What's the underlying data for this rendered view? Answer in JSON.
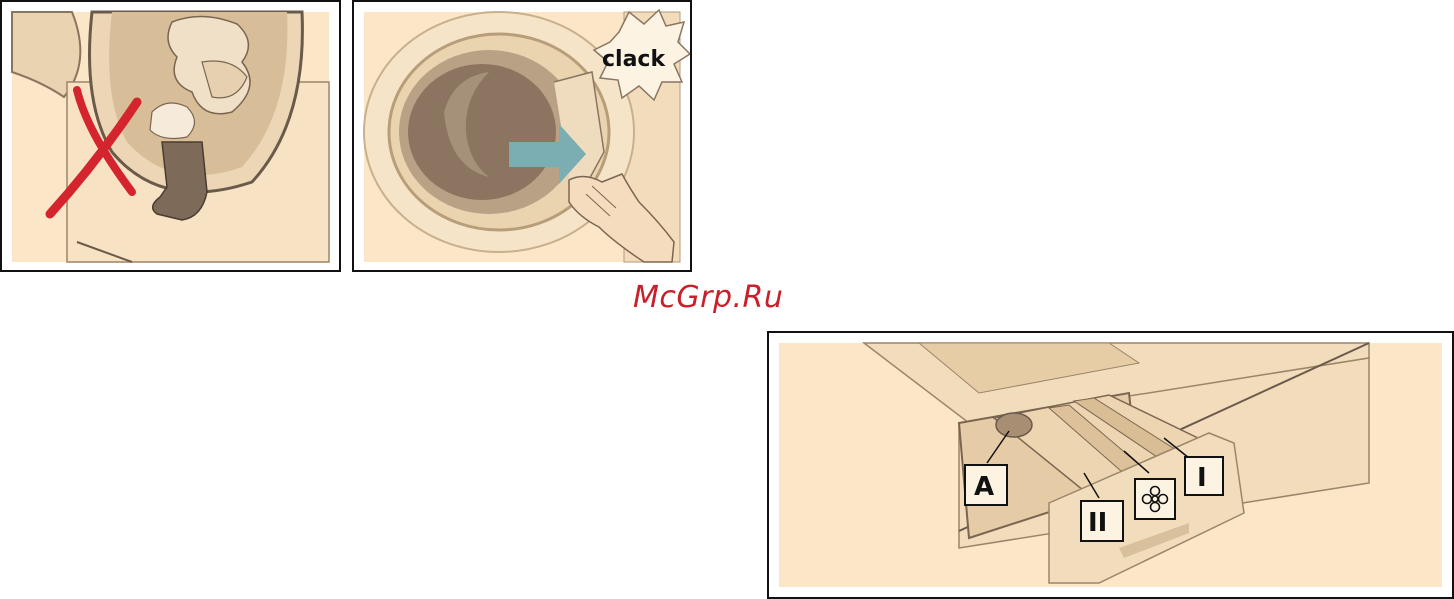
{
  "watermark": "McGrp.Ru",
  "panel2": {
    "sound_text": "clack"
  },
  "panel3": {
    "labels": {
      "a": "A",
      "one": "I",
      "two": "II",
      "softener_icon": "flower-icon"
    }
  },
  "colors": {
    "cream": "#fbe6c8",
    "beige": "#e9d2ae",
    "arrow": "#7aaeb2",
    "drum": "#8c7560",
    "cross": "#d4252e"
  }
}
